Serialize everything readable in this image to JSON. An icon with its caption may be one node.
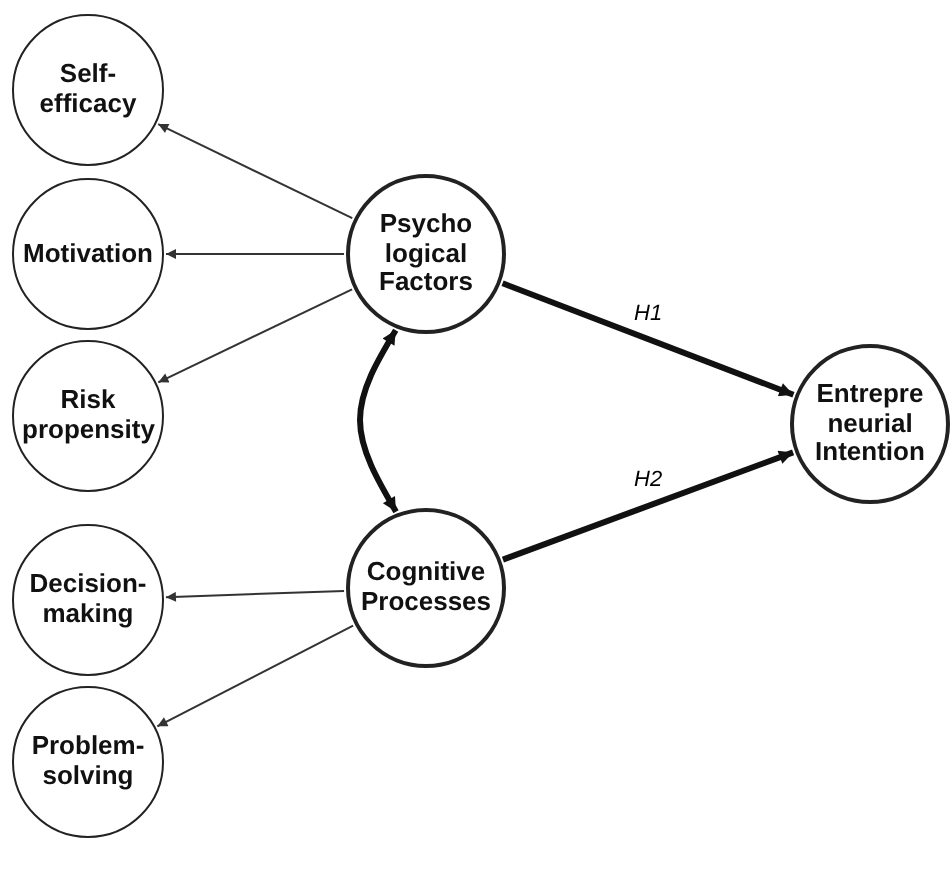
{
  "diagram": {
    "nodes": [
      {
        "text": [
          "Self- efficacy"
        ]
      },
      {
        "text": [
          "Motivation"
        ]
      },
      {
        "text": [
          "Risk propensity"
        ]
      },
      {
        "text": [
          "Psycho logical Factors"
        ]
      },
      {
        "text": [
          "Entrepre neurial Intention"
        ]
      },
      {
        "text": [
          "Decision- making"
        ]
      },
      {
        "text": [
          "Cognitive Processes"
        ]
      },
      {
        "text": [
          "Problem- solving"
        ]
      }
    ],
    "edges": [
      {
        "from": 3,
        "to": 0,
        "arrow": "to"
      },
      {
        "from": 3,
        "to": 1,
        "arrow": "to"
      },
      {
        "from": 3,
        "to": 2,
        "arrow": "to"
      },
      {
        "from": 3,
        "to": 6,
        "arrow": "both",
        "style": "thick"
      },
      {
        "from": 3,
        "to": 4,
        "arrow": "to",
        "label": "H1",
        "style": "thick"
      },
      {
        "from": 6,
        "to": 4,
        "arrow": "to",
        "label": "H2",
        "style": "thick"
      },
      {
        "from": 6,
        "to": 5,
        "arrow": "to"
      },
      {
        "from": 6,
        "to": 7,
        "arrow": "to"
      }
    ]
  }
}
